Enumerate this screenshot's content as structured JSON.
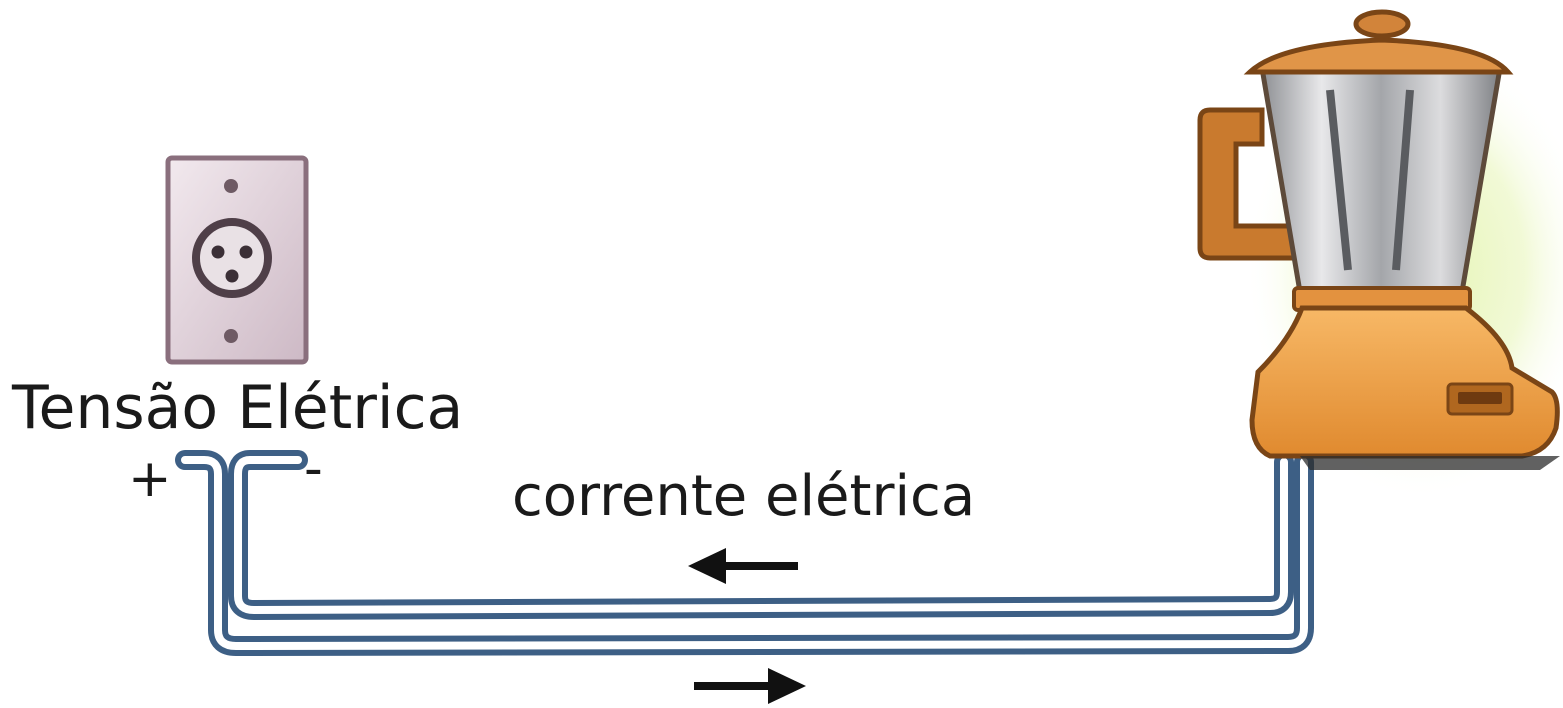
{
  "diagram": {
    "source_label": "Tensão Elétrica",
    "positive_terminal": "+",
    "negative_terminal": "-",
    "current_label": "corrente elétrica",
    "wire_color": "#3d5f85",
    "wire_highlight": "#ffffff",
    "outlet_plate_color": "#d9c8d2",
    "blender_base_color": "#f2a04a",
    "blender_handle_color": "#c97a2e",
    "blender_jar_color": "#c9c9cc",
    "background_glow_color": "#d9ef9f",
    "arrow_top_direction": "left",
    "arrow_bottom_direction": "right"
  }
}
